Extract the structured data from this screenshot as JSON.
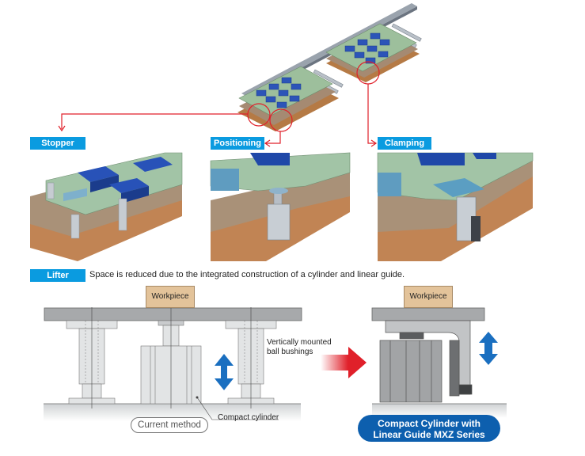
{
  "labels": {
    "stopper": "Stopper",
    "positioning": "Positioning",
    "clamping": "Clamping",
    "lifter": "Lifter"
  },
  "lifter_description": "Space is reduced due to the integrated construction of a cylinder and linear guide.",
  "current_method": {
    "workpiece": "Workpiece",
    "ball_bushings_line1": "Vertically mounted",
    "ball_bushings_line2": "ball bushings",
    "compact_cylinder": "Compact cylinder",
    "method_label": "Current method"
  },
  "new_method": {
    "workpiece": "Workpiece",
    "product_line1": "Compact Cylinder with",
    "product_line2": "Linear Guide MXZ Series"
  },
  "colors": {
    "badge_blue": "#0a9be0",
    "callout_red": "#e0202a",
    "arrow_blue": "#1a6fc0",
    "product_pill": "#0d5fae",
    "workpiece": "#e3c39a"
  }
}
